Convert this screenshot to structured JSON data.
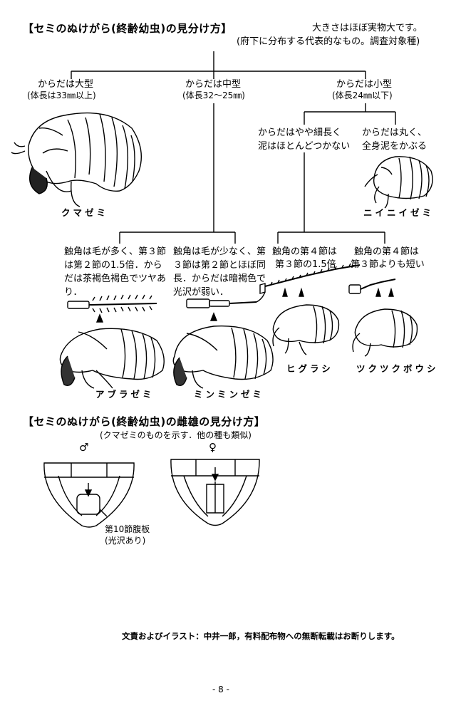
{
  "key": {
    "title": "【セミのぬけがら(終齢幼虫)の見分け方】",
    "note1": "大きさはほぼ実物大です。",
    "note2": "(府下に分布する代表的なもの。調査対象種)"
  },
  "size_groups": {
    "large": {
      "line1": "からだは大型",
      "line2": "(体長は33㎜以上)"
    },
    "medium": {
      "line1": "からだは中型",
      "line2": "(体長32～25㎜)"
    },
    "small": {
      "line1": "からだは小型",
      "line2": "(体長24㎜以下)"
    }
  },
  "small_split": {
    "slender": {
      "line1": "からだはやや細長く",
      "line2": "泥はほとんどつかない"
    },
    "round": {
      "line1": "からだは丸く、",
      "line2": "全身泥をかぶる"
    }
  },
  "medium_desc": {
    "abura": "触角は毛が多く、第３節は第２節の1.5倍．からだは茶褐色褐色でツヤあり．",
    "minmin": "触角は毛が少なく、第３節は第２節とほぼ同長．からだは暗褐色で光沢が弱い．"
  },
  "small_desc": {
    "higurashi": {
      "line1": "触角の第４節は",
      "line2": "第３節の1.5倍"
    },
    "tsukutsuku": {
      "line1": "触角の第４節は",
      "line2": "第３節よりも短い"
    }
  },
  "species": {
    "kuma": "クマゼミ",
    "niinii": "ニイニイゼミ",
    "abura": "アブラゼミ",
    "minmin": "ミンミンゼミ",
    "higurashi": "ヒグラシ",
    "tsukutsuku": "ツクツクボウシ"
  },
  "sex": {
    "title": "【セミのぬけがら(終齢幼虫)の雌雄の見分け方】",
    "subtitle": "(クマゼミのものを示す．他の種も類似)",
    "male_symbol": "♂",
    "female_symbol": "♀",
    "label_line1": "第10節腹板",
    "label_line2": "(光沢あり)"
  },
  "footer": {
    "credit": "文責およびイラスト：中井一郎，有料配布物への無断転載はお断りします。",
    "page": "- 8 -"
  }
}
